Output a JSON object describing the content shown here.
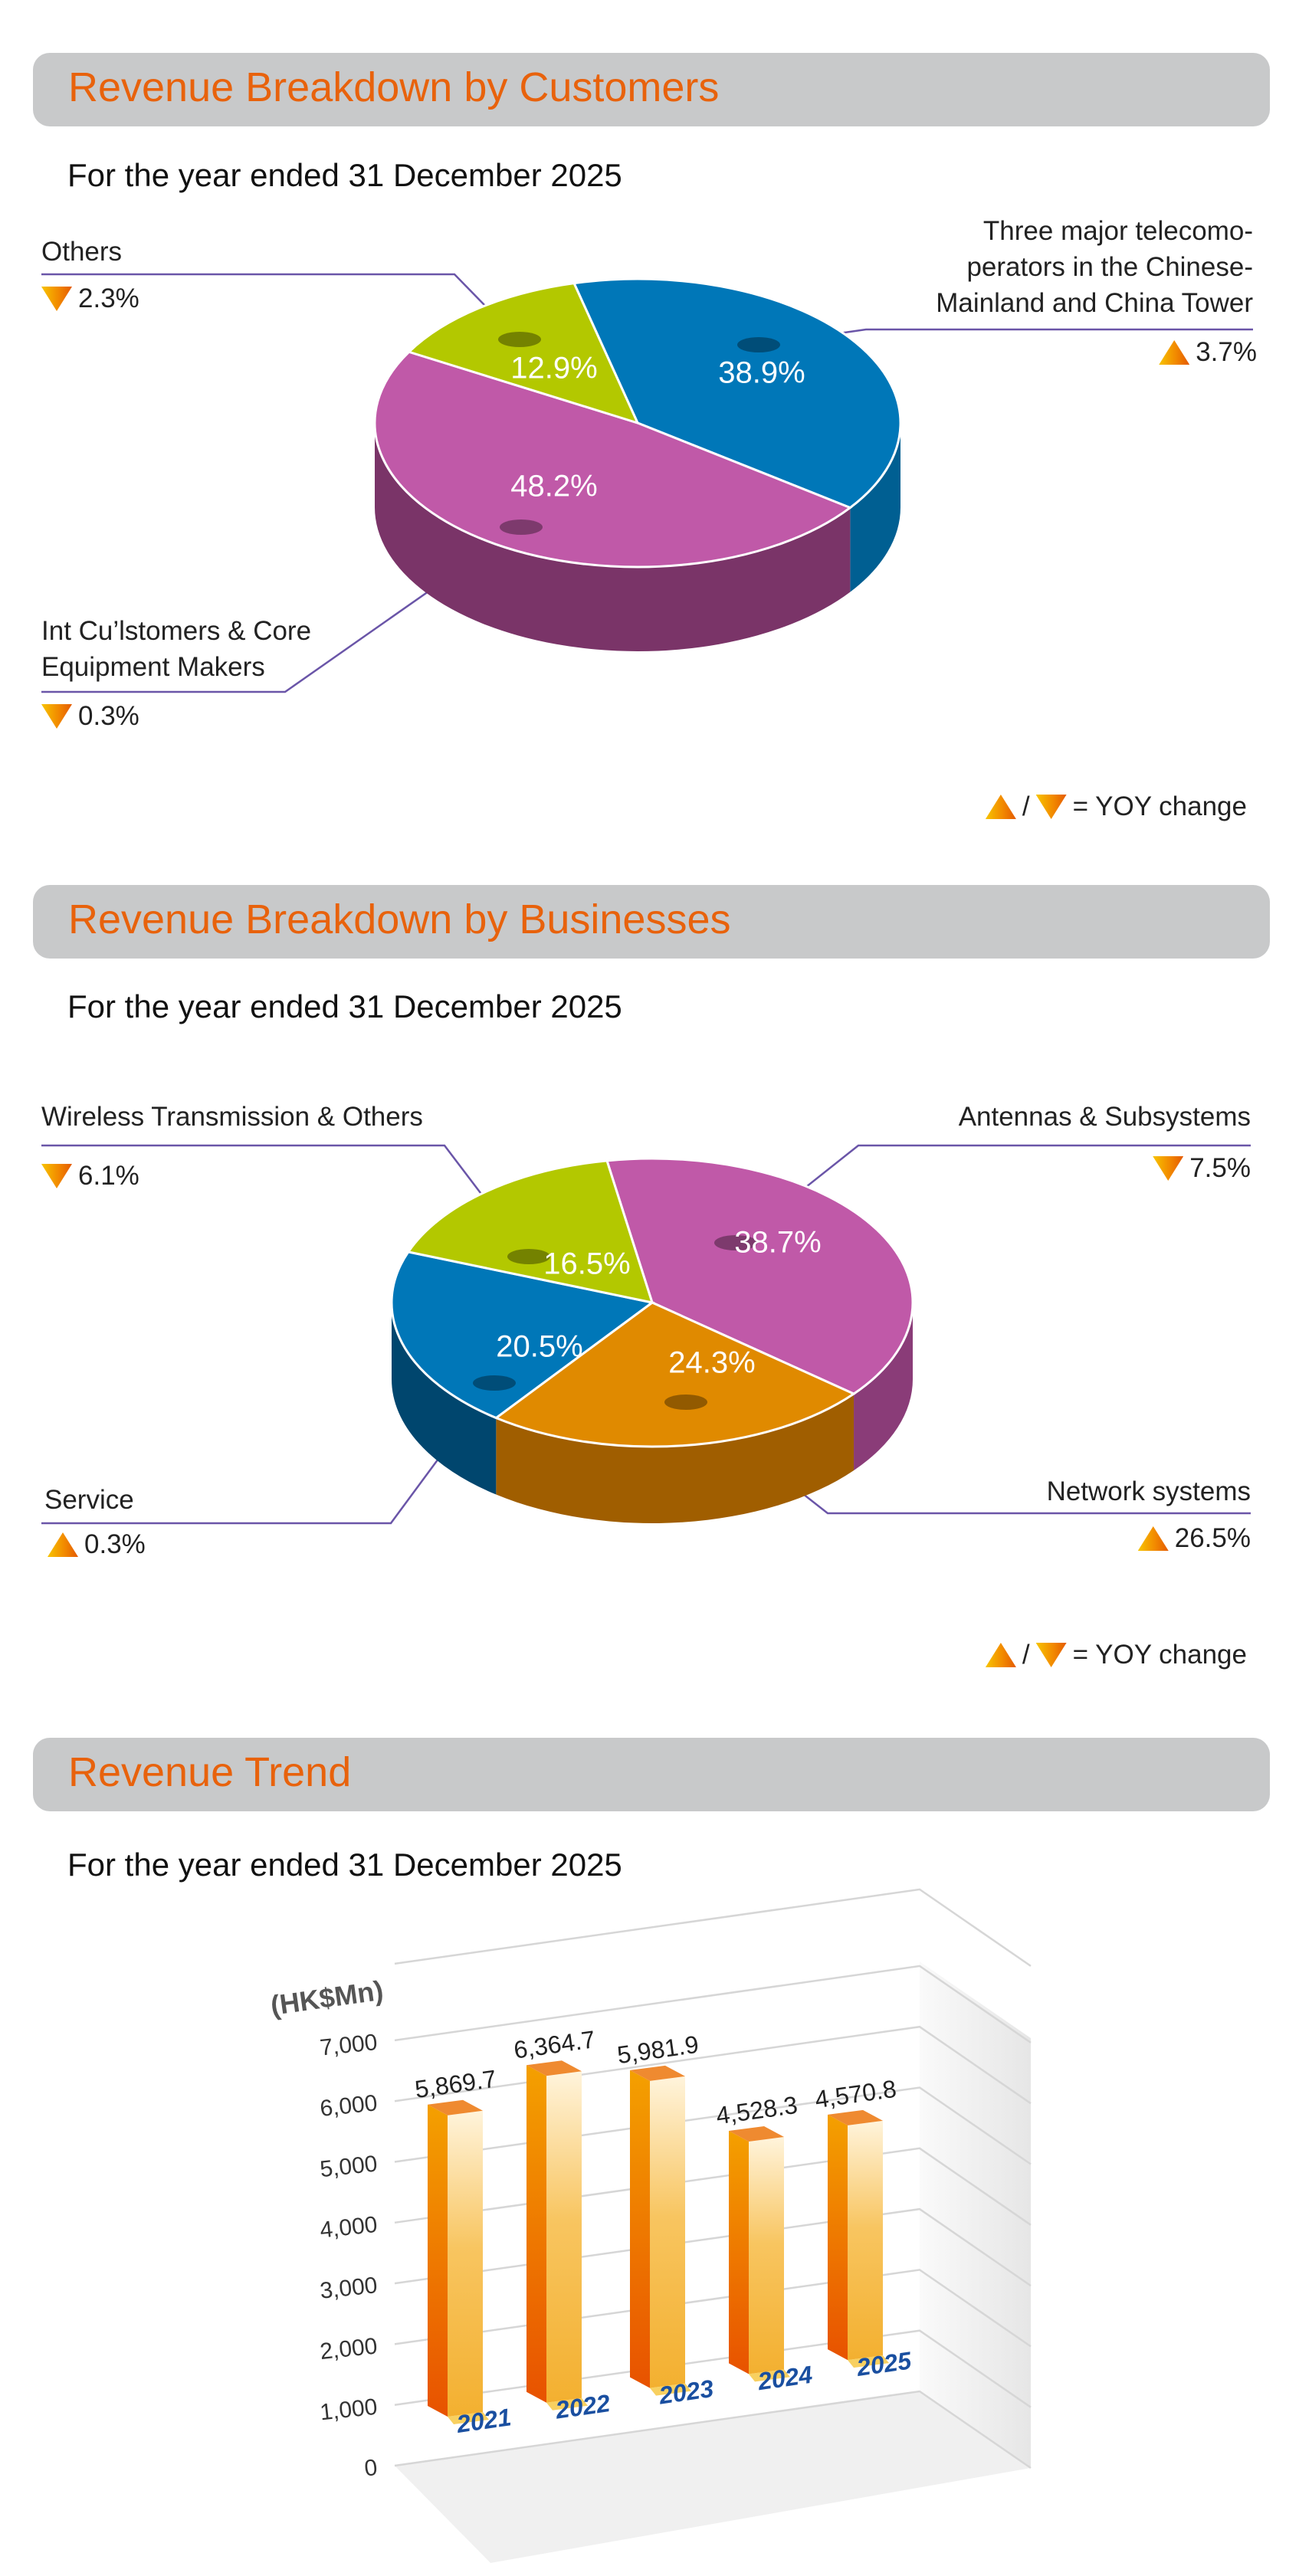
{
  "sections": {
    "customers": {
      "title": "Revenue Breakdown by Customers",
      "subtitle": "For the year ended 31 December 2025"
    },
    "businesses": {
      "title": "Revenue Breakdown by Businesses",
      "subtitle": "For the year ended 31 December 2025"
    },
    "trend": {
      "title": "Revenue Trend",
      "subtitle": "For the year ended 31 December 2025"
    }
  },
  "yoy_legend": {
    "separator": "/",
    "text": "= YOY change"
  },
  "chart_data": [
    {
      "type": "pie",
      "title": "Revenue Breakdown by Customers",
      "slices": [
        {
          "label": "Three major telecomo-\nperators in the Chinese-\nMainland and China Tower",
          "share": 38.9,
          "yoy": "3.7%",
          "direction": "up",
          "color": "#0077b8",
          "side": "#005f92"
        },
        {
          "label": "Int Cu’lstomers & Core\nEquipment Makers",
          "share": 48.2,
          "yoy": "0.3%",
          "direction": "down",
          "color": "#c059a8",
          "side": "#7a3468"
        },
        {
          "label": "Others",
          "share": 12.9,
          "yoy": "2.3%",
          "direction": "down",
          "color": "#b3c800",
          "side": "#7f8c00"
        }
      ]
    },
    {
      "type": "pie",
      "title": "Revenue Breakdown by Businesses",
      "slices": [
        {
          "label": "Antennas & Subsystems",
          "share": 38.7,
          "yoy": "7.5%",
          "direction": "down",
          "color": "#c059a8",
          "side": "#8a3c78"
        },
        {
          "label": "Network systems",
          "share": 24.3,
          "yoy": "26.5%",
          "direction": "up",
          "color": "#e08a00",
          "side": "#a05e00"
        },
        {
          "label": "Service",
          "share": 20.5,
          "yoy": "0.3%",
          "direction": "up",
          "color": "#0077b8",
          "side": "#00466e"
        },
        {
          "label": "Wireless Transmission & Others",
          "share": 16.5,
          "yoy": "6.1%",
          "direction": "down",
          "color": "#b3c800",
          "side": "#7f8c00"
        }
      ]
    },
    {
      "type": "bar",
      "title": "Revenue Trend",
      "ylabel": "(HK$Mn)",
      "categories": [
        "2021",
        "2022",
        "2023",
        "2024",
        "2025"
      ],
      "values": [
        5869.7,
        6364.7,
        5981.9,
        4528.3,
        4570.8
      ],
      "value_labels": [
        "5,869.7",
        "6,364.7",
        "5,981.9",
        "4,528.3",
        "4,570.8"
      ],
      "ylim": [
        0,
        7000
      ],
      "yticks": [
        "0",
        "1,000",
        "2,000",
        "3,000",
        "4,000",
        "5,000",
        "6,000",
        "7,000"
      ],
      "grid": true
    }
  ]
}
